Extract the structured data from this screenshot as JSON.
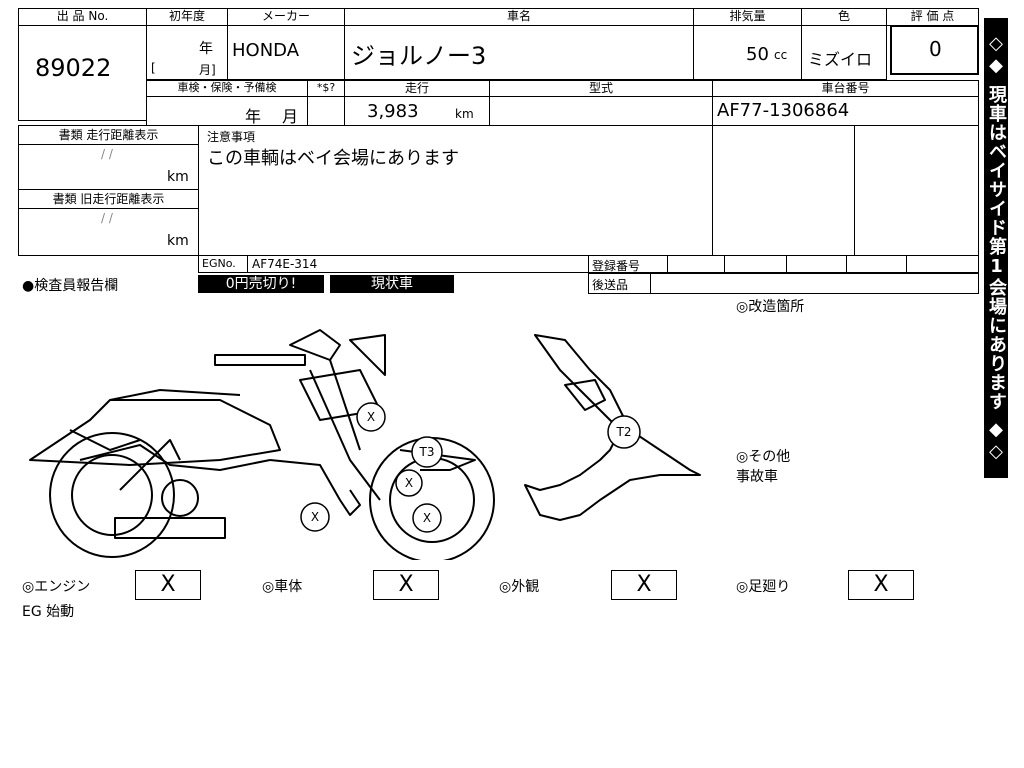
{
  "header": {
    "lot_no_label": "出 品 No.",
    "lot_no": "89022",
    "first_reg_label": "初年度",
    "first_reg_year": "年",
    "first_reg_month": "月]",
    "first_reg_bracket": "[",
    "maker_label": "メーカー",
    "maker": "HONDA",
    "model_label": "車名",
    "model": "ジョルノー3",
    "displacement_label": "排気量",
    "displacement": "50",
    "displacement_unit": "cc",
    "color_label": "色",
    "color": "ミズイロ",
    "score_label": "評 価 点",
    "score": "0"
  },
  "row2": {
    "inspection_label": "車検・保険・予備検",
    "inspection_symbol": "*$?",
    "mileage_label": "走行",
    "inspection_year": "年",
    "inspection_month": "月",
    "mileage": "3,983",
    "mileage_unit": "km",
    "type_label": "型式",
    "chassis_label": "車台番号",
    "chassis": "AF77-1306864"
  },
  "left_panel": {
    "doc_mileage_label": "書類 走行距離表示",
    "doc_mileage_date": "/  /",
    "doc_mileage_unit": "km",
    "old_mileage_label": "書類 旧走行距離表示",
    "old_mileage_date": "/  /",
    "old_mileage_unit": "km"
  },
  "notes": {
    "label": "注意事項",
    "text": "この車輌はベイ会場にあります"
  },
  "eg_row": {
    "eg_label": "EGNo.",
    "eg_no": "AF74E-314",
    "reg_label": "登録番号",
    "delivery_label": "後送品"
  },
  "inspector": {
    "label": "●検査員報告欄",
    "badge1": "0円売切り!",
    "badge2": "現状車"
  },
  "remarks": {
    "modified": "◎改造箇所",
    "other_label": "◎その他",
    "other_text": "事故車"
  },
  "diagram_marks": {
    "t3": "T3",
    "t2": "T2",
    "x": "X"
  },
  "ratings": [
    {
      "label": "◎エンジン",
      "value": "X"
    },
    {
      "label": "◎車体",
      "value": "X"
    },
    {
      "label": "◎外観",
      "value": "X"
    },
    {
      "label": "◎足廻り",
      "value": "X"
    }
  ],
  "eg_start": "EG 始動",
  "sidebar": {
    "top": "◇◆",
    "text": "現車はベイサイド第1会場にあります",
    "bottom": "◆◇"
  }
}
